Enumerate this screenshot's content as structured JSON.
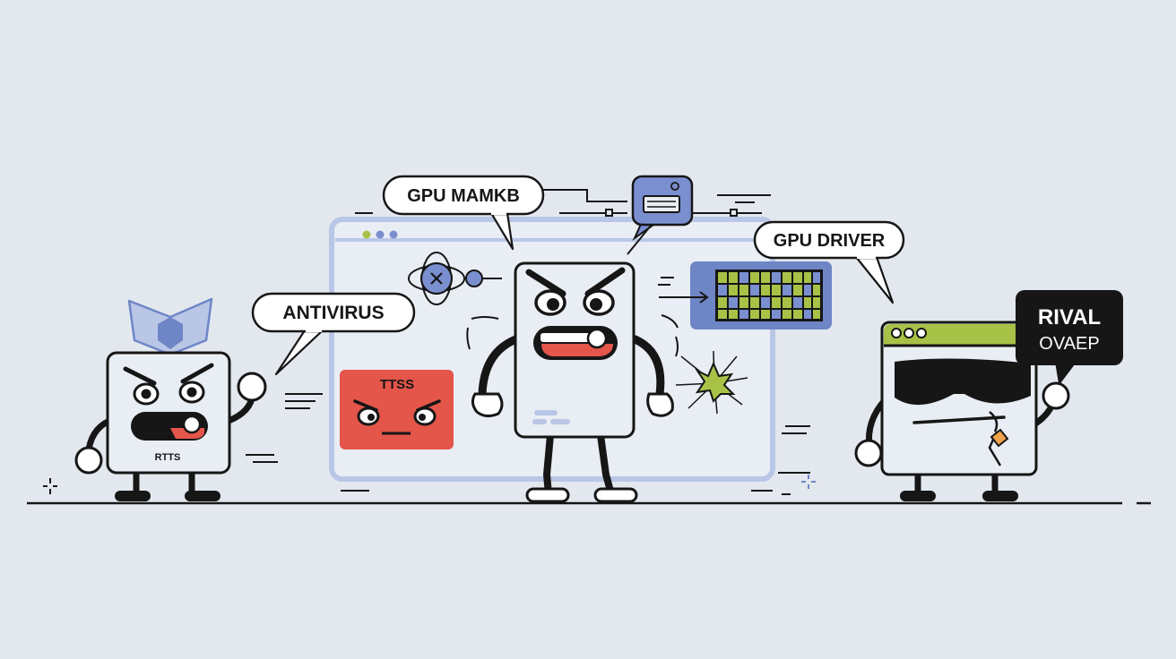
{
  "labels": {
    "gpu_mamkb": "GPU MAMKB",
    "gpu_driver": "GPU DRIVER",
    "antivirus": "ANTIVIRUS",
    "rival_line1": "RIVAL",
    "rival_line2": "OVAEP",
    "ttss": "TTSS",
    "rtts": "RTTS"
  },
  "colors": {
    "background": "#e3e8ef",
    "ink": "#161616",
    "panel": "#e8ebf1",
    "window_frame": "#b9c6e6",
    "accent_blue": "#6e86c6",
    "alert_red": "#e4554a",
    "lime": "#a8c247",
    "slate_blue": "#7a8fd0"
  },
  "icons": {
    "window_controls": "traffic-light-dots-icon",
    "network_node": "x-node-icon",
    "chat": "keyboard-chat-icon",
    "burst": "impact-burst-icon",
    "sparkle": "sparkle-icon"
  }
}
